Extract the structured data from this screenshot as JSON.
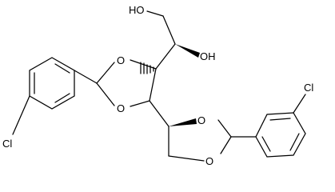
{
  "diagram": {
    "type": "chemical-structure",
    "labels": {
      "oh_top": "HO",
      "oh_side": "OH",
      "o1": "O",
      "o2": "O",
      "o3": "O",
      "o4": "O",
      "cl_left": "Cl",
      "cl_right": "Cl"
    },
    "colors": {
      "bond": "#000000",
      "background": "#ffffff",
      "text": "#000000"
    }
  }
}
